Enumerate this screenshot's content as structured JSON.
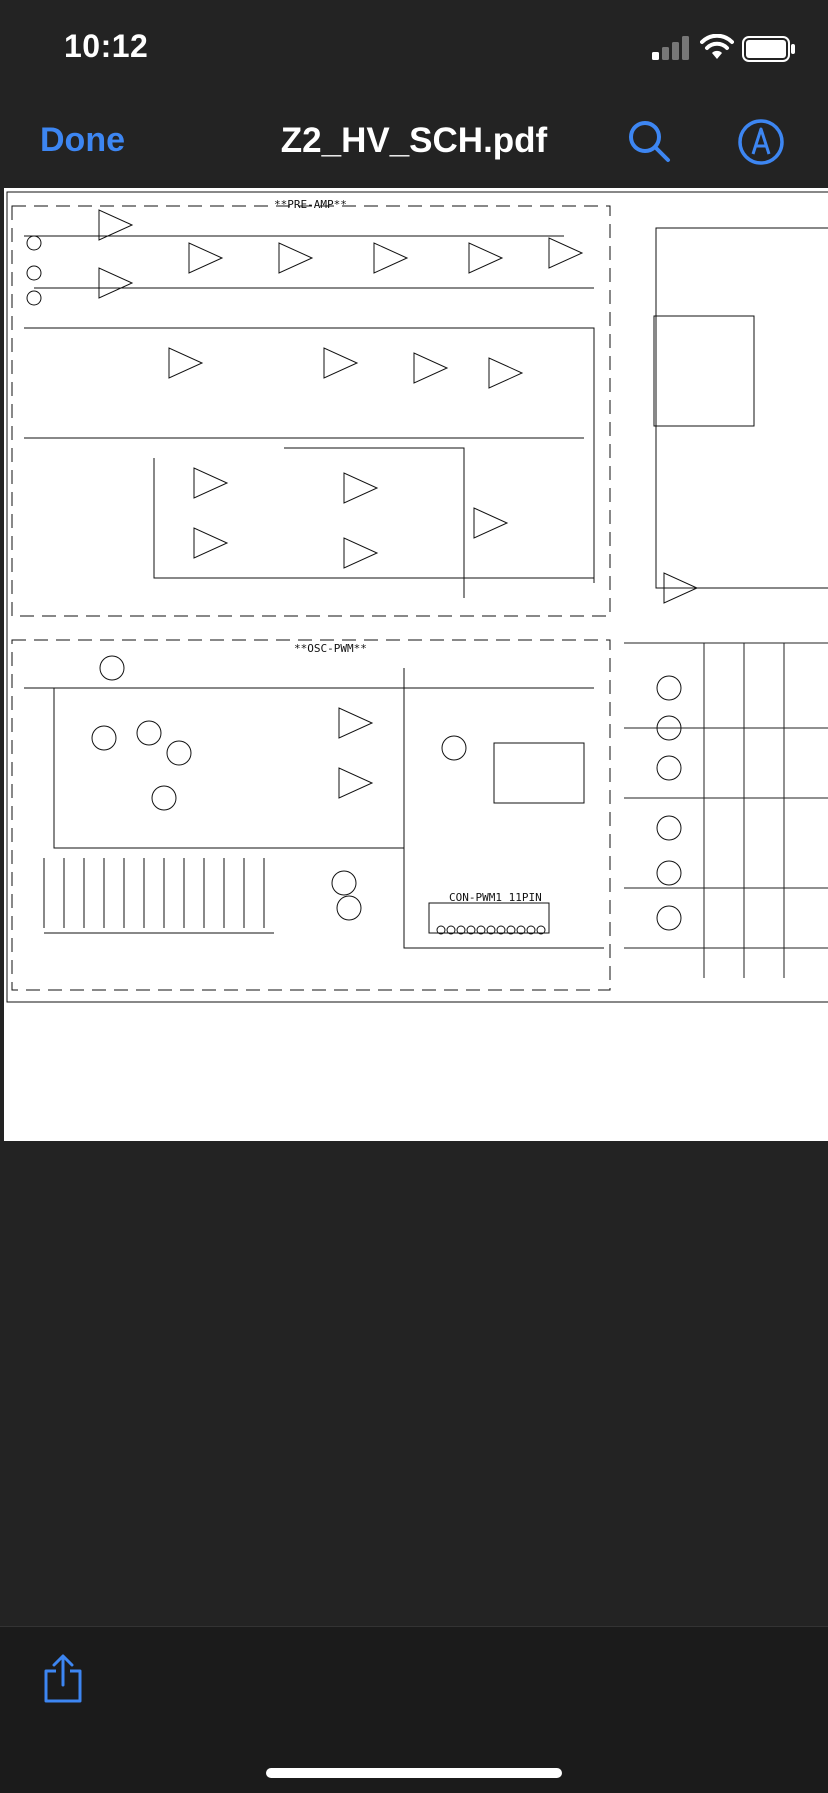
{
  "status_bar": {
    "time": "10:12",
    "icons": [
      "cellular-signal-icon",
      "wifi-icon",
      "battery-icon"
    ]
  },
  "nav": {
    "done_label": "Done",
    "title": "Z2_HV_SCH.pdf",
    "icons": [
      "search-icon",
      "markup-pen-icon"
    ]
  },
  "document": {
    "section_preamp": "**PRE-AMP**",
    "section_osc": "**OSC-PWM**",
    "connector_label": "CON-PWM1 11PIN"
  },
  "toolbar": {
    "icons": [
      "share-icon"
    ]
  },
  "colors": {
    "accent": "#3d86f2",
    "background": "#232323",
    "page": "#ffffff"
  }
}
